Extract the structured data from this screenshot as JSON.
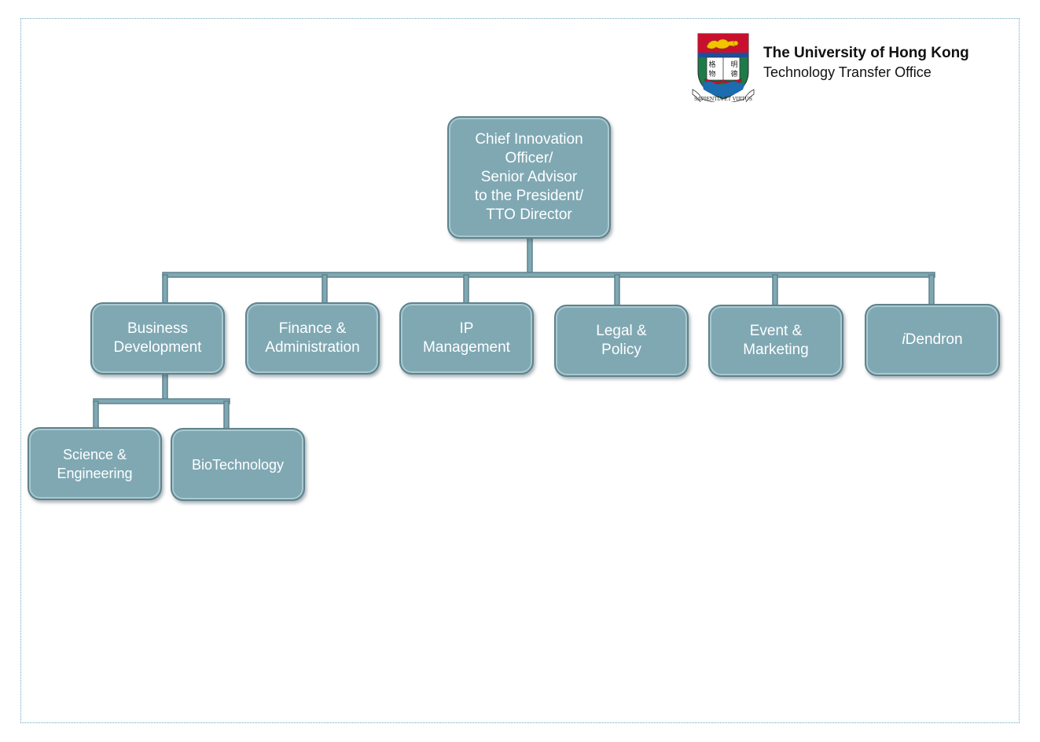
{
  "header": {
    "university": "The University of Hong Kong",
    "office": "Technology Transfer Office",
    "crest_motto": "SAPIENTIA ET VIRTUS",
    "crest_characters": [
      "明",
      "德",
      "格",
      "物"
    ]
  },
  "colors": {
    "box_fill": "#7fa8b3",
    "box_border": "#5e838d",
    "connector": "#5e838d",
    "text": "#ffffff"
  },
  "org_chart": {
    "root": {
      "lines": [
        "Chief  Innovation",
        "Officer/",
        "Senior Advisor",
        "to the President/",
        "TTO  Director"
      ]
    },
    "departments": [
      {
        "lines": [
          "Business",
          "Development"
        ]
      },
      {
        "lines": [
          "Finance &",
          "Administration"
        ]
      },
      {
        "lines": [
          "IP",
          "Management"
        ]
      },
      {
        "lines": [
          "Legal &",
          "Policy"
        ]
      },
      {
        "lines": [
          "Event &",
          "Marketing"
        ]
      },
      {
        "prefix": "i",
        "name": "Dendron"
      }
    ],
    "business_development_units": [
      {
        "lines": [
          "Science &",
          "Engineering"
        ]
      },
      {
        "lines": [
          "BioTechnology"
        ]
      }
    ]
  }
}
